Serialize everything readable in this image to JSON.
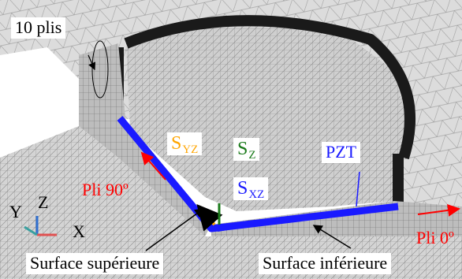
{
  "labels": {
    "plies": "10 plis",
    "s_yz": {
      "main": "S",
      "sub": "YZ"
    },
    "s_z": {
      "main": "S",
      "sub": "Z"
    },
    "s_xz": {
      "main": "S",
      "sub": "XZ"
    },
    "pzt": "PZT",
    "ply_90": "Pli 90º",
    "ply_0": "Pli 0º",
    "surface_top": "Surface supérieure",
    "surface_bottom": "Surface inférieure"
  },
  "axes": {
    "x": "X",
    "y": "Y",
    "z": "Z"
  },
  "colors": {
    "mesh_fill": "#d9d9d9",
    "mesh_line": "#8a8a8a",
    "pzt_band": "#1a1aff",
    "s_yz": "#ffa500",
    "s_z": "#1a7a1a",
    "s_xz": "#1a1aff",
    "pzt_label": "#1a1aff",
    "ply_text": "#ff0000",
    "label_text": "#000000",
    "axis_x_arrow": "#e05050",
    "axis_y_arrow": "#3aa0a0",
    "axis_z_arrow": "#3070d0"
  }
}
